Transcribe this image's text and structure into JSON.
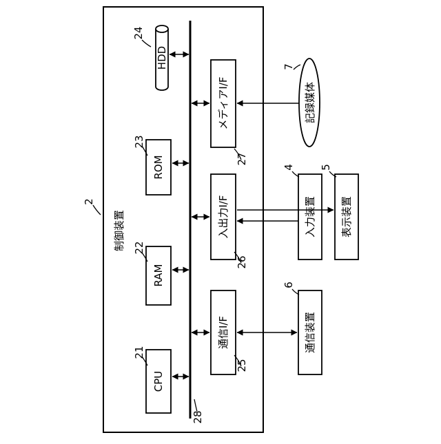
{
  "diagram": {
    "control_device": {
      "ref": "2",
      "label": "制御装置"
    },
    "bus_ref": "28",
    "components": [
      {
        "ref": "21",
        "label": "CPU"
      },
      {
        "ref": "22",
        "label": "RAM"
      },
      {
        "ref": "23",
        "label": "ROM"
      },
      {
        "ref": "24",
        "label": "HDD"
      }
    ],
    "interfaces": [
      {
        "ref": "25",
        "label": "通信I/F"
      },
      {
        "ref": "26",
        "label": "入出力I/F"
      },
      {
        "ref": "27",
        "label": "メディアI/F"
      }
    ],
    "external": [
      {
        "ref": "6",
        "label": "通信装置"
      },
      {
        "ref": "4",
        "label": "入力装置"
      },
      {
        "ref": "5",
        "label": "表示装置"
      },
      {
        "ref": "7",
        "label": "記録媒体"
      }
    ]
  }
}
